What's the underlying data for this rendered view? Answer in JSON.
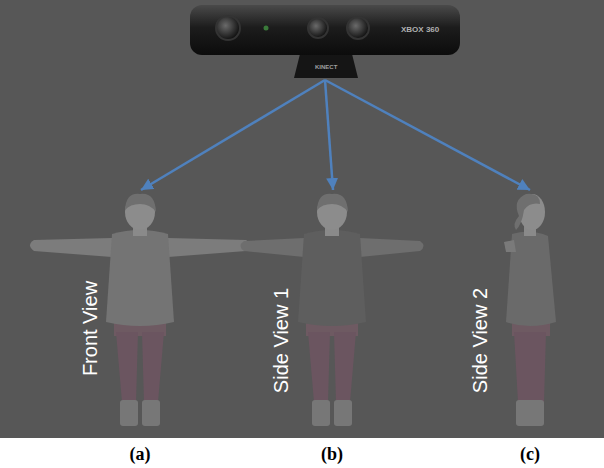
{
  "diagram": {
    "nodes": [
      {
        "text": [
          "XBOX 360",
          "KINECT"
        ]
      },
      {
        "text": [
          "Front View"
        ]
      },
      {
        "text": [
          "Side View 1"
        ]
      },
      {
        "text": [
          "Side View 2"
        ]
      }
    ],
    "edges": [
      {
        "from": 0,
        "to": 1,
        "arrow": "to"
      },
      {
        "from": 0,
        "to": 2,
        "arrow": "to"
      },
      {
        "from": 0,
        "to": 3,
        "arrow": "to"
      }
    ],
    "labels": [
      "(a)",
      "(b)",
      "(c)"
    ]
  }
}
